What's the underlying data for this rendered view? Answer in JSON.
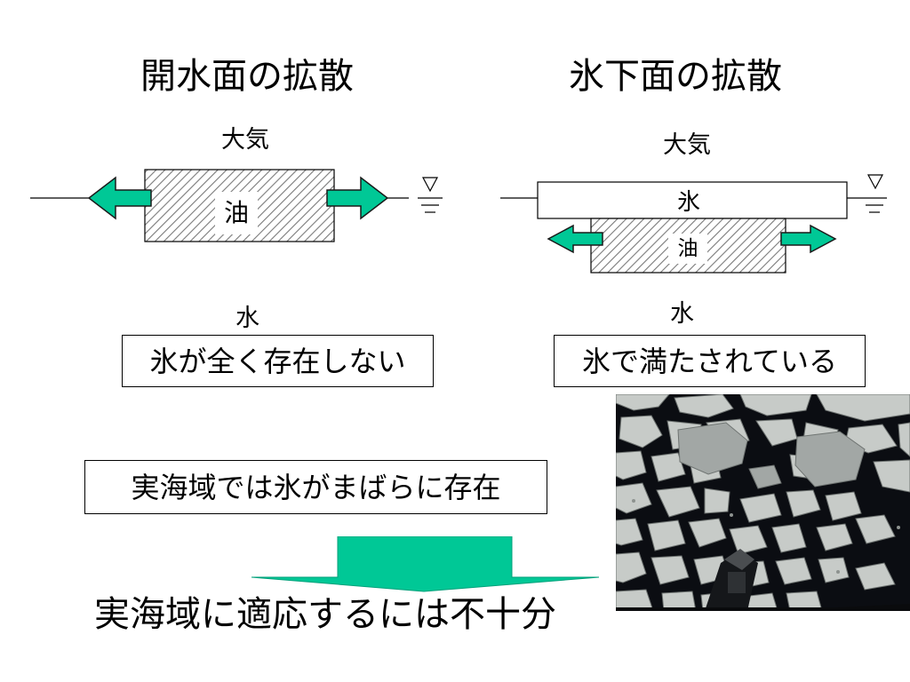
{
  "left_diagram": {
    "title": "開水面の拡散",
    "air_label": "大気",
    "oil_label": "油",
    "water_label": "水",
    "caption": "氷が全く存在しない"
  },
  "right_diagram": {
    "title": "氷下面の拡散",
    "air_label": "大気",
    "ice_label": "氷",
    "oil_label": "油",
    "water_label": "水",
    "caption": "氷で満たされている"
  },
  "reality_box": "実海域では氷がまばらに存在",
  "conclusion": "実海域に適応するには不十分",
  "colors": {
    "arrow_fill": "#00c896",
    "arrow_stroke": "#1a1a1a",
    "oil_hatch": "#7a7a7a",
    "photo_water": "#0b0d12",
    "photo_ice": "#c7cbc8"
  },
  "icons": [
    "water-surface-symbol",
    "photo-sea-ice"
  ]
}
